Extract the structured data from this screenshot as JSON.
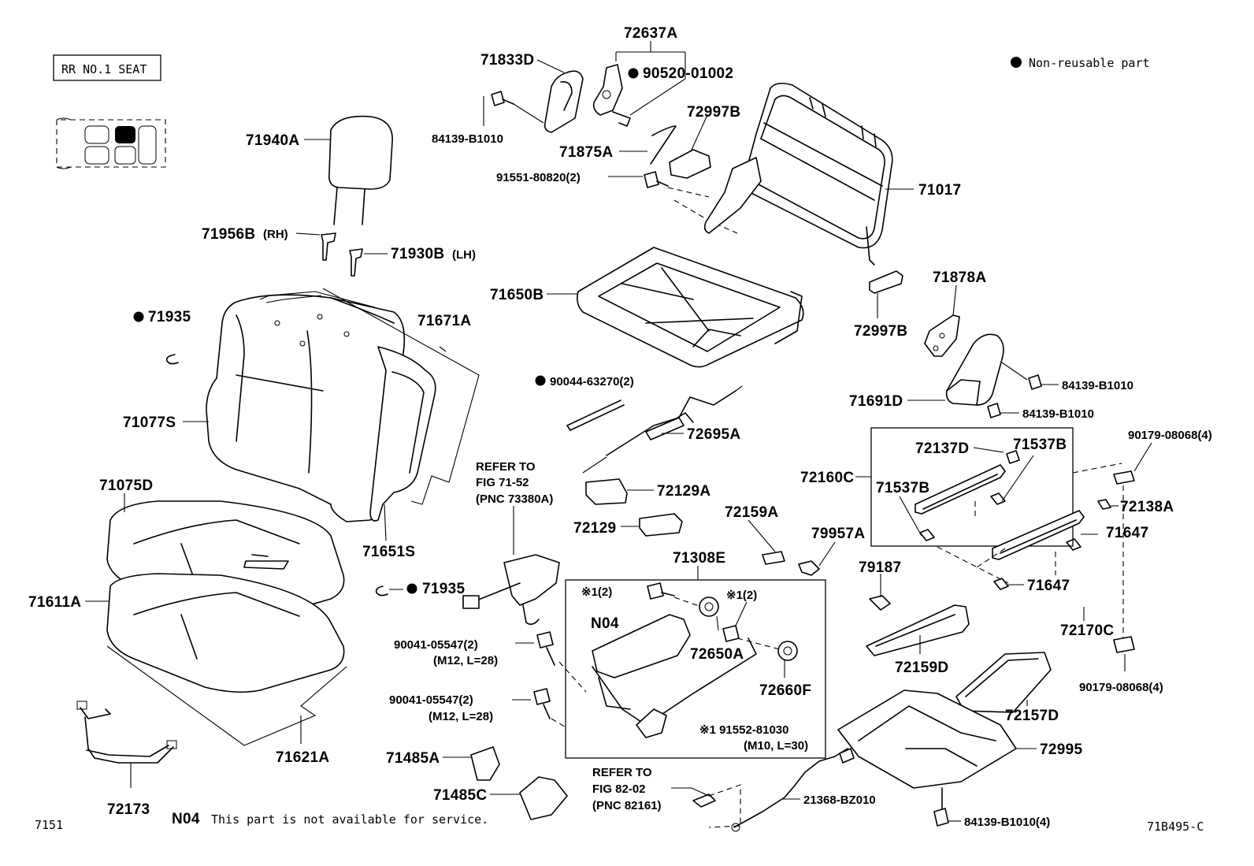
{
  "header": {
    "seat_label": "RR NO.1 SEAT",
    "legend_text": "Non-reusable part"
  },
  "footer": {
    "figure_number": "7151",
    "diagram_code": "71B495-C",
    "n04_code": "N04",
    "n04_text": "This part is not available for service."
  },
  "labels": {
    "p72637A": "72637A",
    "p71833D": "71833D",
    "p90520_01002": "90520-01002",
    "p84139_B1010_a": "84139-B1010",
    "p72997B_a": "72997B",
    "p71875A": "71875A",
    "p91551_80820": "91551-80820(2)",
    "p71017": "71017",
    "p71940A": "71940A",
    "p71956B": "71956B",
    "p71956B_side": "(RH)",
    "p71930B": "71930B",
    "p71930B_side": "(LH)",
    "p71935_a": "71935",
    "p71671A": "71671A",
    "p71650B": "71650B",
    "p71878A": "71878A",
    "p72997B_b": "72997B",
    "p84139_B1010_b": "84139-B1010",
    "p71691D": "71691D",
    "p84139_B1010_c": "84139-B1010",
    "p71077S": "71077S",
    "p90044_63270": "90044-63270(2)",
    "p72695A": "72695A",
    "p90179_08068_a": "90179-08068(4)",
    "p72137D": "72137D",
    "p71537B_a": "71537B",
    "p72160C": "72160C",
    "p71537B_b": "71537B",
    "p72138A": "72138A",
    "p71075D": "71075D",
    "refer1_line1": "REFER TO",
    "refer1_line2": "FIG 71-52",
    "refer1_line3": "(PNC 73380A)",
    "p72129A": "72129A",
    "p72129": "72129",
    "p72159A": "72159A",
    "p79957A": "79957A",
    "p71647_a": "71647",
    "p71647_b": "71647",
    "p71651S": "71651S",
    "p71308E": "71308E",
    "p71611A": "71611A",
    "p71935_b": "71935",
    "p79187": "79187",
    "p72170C": "72170C",
    "star1_a": "※1(2)",
    "star1_b": "※1(2)",
    "n04_in_box": "N04",
    "p72650A": "72650A",
    "p90041_a": "90041-05547(2)",
    "p90041_a_spec": "(M12, L=28)",
    "p72159D": "72159D",
    "p90179_08068_b": "90179-08068(4)",
    "p72660F": "72660F",
    "p90041_b": "90041-05547(2)",
    "p90041_b_spec": "(M12, L=28)",
    "p72157D": "72157D",
    "star1_bolt": "※1 91552-81030",
    "star1_bolt_spec": "(M10, L=30)",
    "p71621A": "71621A",
    "p72995": "72995",
    "p71485A": "71485A",
    "refer2_line1": "REFER TO",
    "refer2_line2": "FIG 82-02",
    "refer2_line3": "(PNC 82161)",
    "p71485C": "71485C",
    "p21368_BZ010": "21368-BZ010",
    "p72173": "72173",
    "p84139_B1010_4": "84139-B1010(4)"
  }
}
